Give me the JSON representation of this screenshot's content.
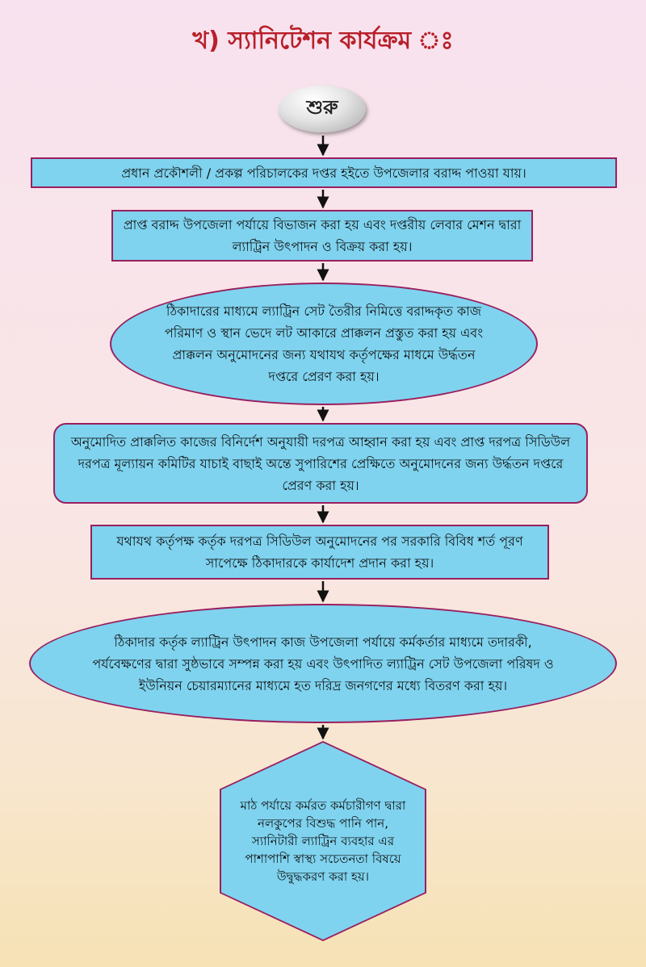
{
  "title": "খ) স্যানিটেশন কার্যক্রম ঃ",
  "start_label": "শুরু",
  "steps": [
    "প্রধান প্রকৌশলী / প্রকল্প পরিচালকের দপ্তর হইতে উপজেলার বরাদ্দ পাওয়া যায়।",
    "প্রাপ্ত বরাদ্দ উপজেলা পর্যায়ে বিভাজন করা হয় এবং দপ্তরীয় লেবার মেশন দ্বারা ল্যাট্রিন উৎপাদন ও বিক্রয় করা হয়।",
    "ঠিকাদারের মাধ্যমে ল্যাট্রিন সেট তৈরীর নিমিত্তে বরাদ্দকৃত কাজ পরিমাণ ও স্থান ভেদে লট আকারে প্রাক্কলন প্রস্তুত করা হয় এবং প্রাক্কলন অনুমোদনের জন্য যথাযথ কর্তৃপক্ষের মাধমে উর্দ্ধতন দপ্তরে প্রেরণ করা হয়।",
    "অনুমোদিত প্রাক্কলিত কাজের বিনির্দেশ অনুযায়ী দরপত্র আহ্বান করা হয় এবং প্রাপ্ত দরপত্র সিডিউল দরপত্র মূল্যায়ন কমিটির যাচাই বাছাই অন্তে সুপারিশের প্রেক্ষিতে অনুমোদনের জন্য উর্দ্ধতন দপ্তরে প্রেরণ করা হয়।",
    "যথাযথ কর্তৃপক্ষ কর্তৃক দরপত্র সিডিউল অনুমোদনের পর সরকারি বিবিধ শর্ত পূরণ সাপেক্ষে ঠিকাদারকে কার্যাদেশ প্রদান করা হয়।",
    "ঠিকাদার কর্তৃক ল্যাট্রিন উৎপাদন কাজ উপজেলা পর্যায়ে কর্মকর্তার মাধ্যমে তদারকী, পর্যবেক্ষণের দ্বারা সুষ্ঠভাবে সম্পন্ন করা হয় এবং উৎপাদিত ল্যাট্রিন সেট উপজেলা পরিষদ ও ইউনিয়ন চেয়ারম্যানের মাধ্যমে হত দরিদ্র জনগণের মধ্যে বিতরণ করা হয়।",
    "মাঠ পর্যায়ে কর্মরত কর্মচারীগণ দ্বারা নলকুপের বিশুদ্ধ পানি পান, স্যানিটারী ল্যাট্রিন ব্যবহার এর পাশাপাশি স্বাস্থ্য সচেতনতা বিষয়ে উদ্বুদ্ধকরণ করা হয়।"
  ],
  "colors": {
    "title": "#b8202a",
    "node_fill": "#7fd3ef",
    "node_border": "#9a1f5e",
    "arrow": "#111111"
  }
}
